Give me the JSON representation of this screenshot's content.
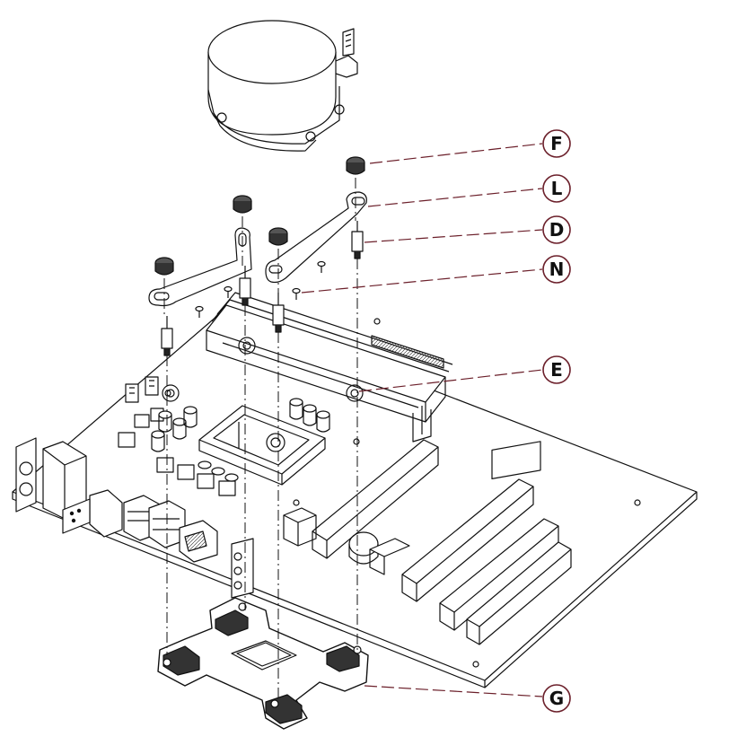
{
  "diagram": {
    "callouts": [
      {
        "id": "F",
        "letter": "F"
      },
      {
        "id": "L",
        "letter": "L"
      },
      {
        "id": "D",
        "letter": "D"
      },
      {
        "id": "N",
        "letter": "N"
      },
      {
        "id": "E",
        "letter": "E"
      },
      {
        "id": "G",
        "letter": "G"
      }
    ],
    "colors": {
      "callout_line": "#6b1f2a",
      "callout_ring": "#6b1f2a",
      "drawing_stroke": "#111111",
      "background": "#ffffff"
    },
    "parts": [
      "pump-block",
      "thumbscrew-nuts",
      "mounting-brackets",
      "standoffs",
      "small-screws",
      "motherboard",
      "ram-slots",
      "cpu-socket",
      "pcie-slots",
      "io-ports",
      "backplate"
    ]
  }
}
